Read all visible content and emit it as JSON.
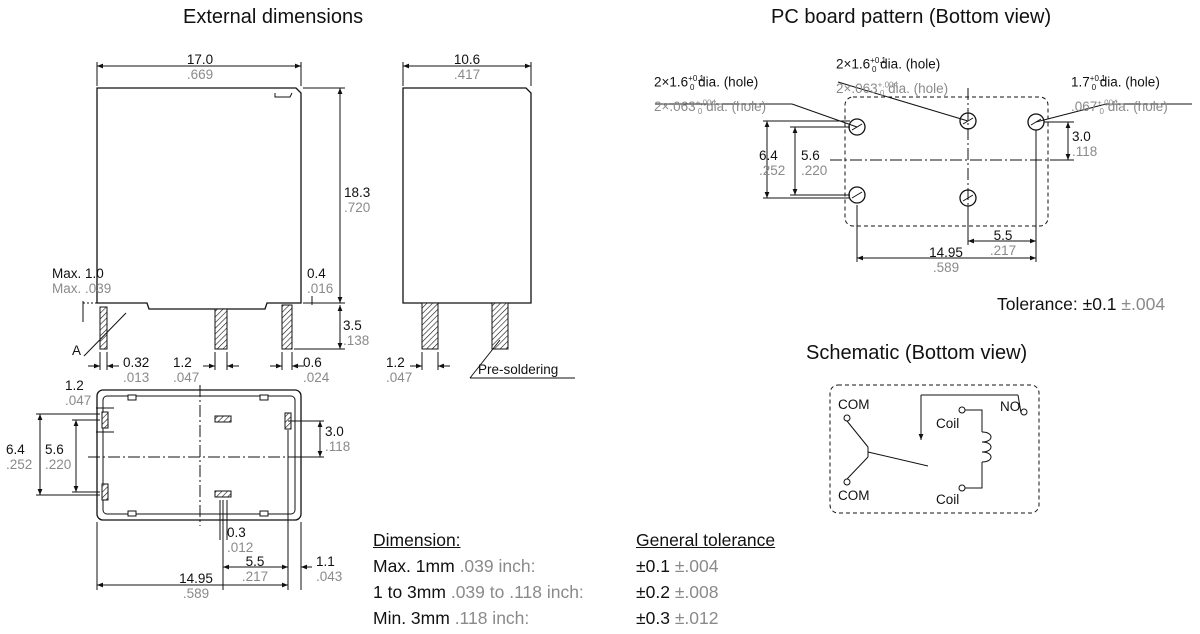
{
  "titles": {
    "external": "External dimensions",
    "pcb": "PC board pattern (Bottom view)",
    "schematic": "Schematic (Bottom view)"
  },
  "external": {
    "width": {
      "mm": "17.0",
      "in": ".669"
    },
    "depth": {
      "mm": "10.6",
      "in": ".417"
    },
    "height": {
      "mm": "18.3",
      "in": ".720"
    },
    "max_pin": {
      "mm": "Max. 1.0",
      "in": "Max. .039"
    },
    "pin_t": {
      "mm": "0.4",
      "in": ".016"
    },
    "pin_len": {
      "mm": "3.5",
      "in": ".138"
    },
    "pin_w1": {
      "mm": "0.32",
      "in": ".013"
    },
    "pin_w2": {
      "mm": "1.2",
      "in": ".047"
    },
    "pin_w3": {
      "mm": "0.6",
      "in": ".024"
    },
    "side_pin": {
      "mm": "1.2",
      "in": ".047"
    },
    "label_a": "A",
    "presolder": "Pre-soldering",
    "bottom": {
      "left_pin": {
        "mm": "1.2",
        "in": ".047"
      },
      "h_outer": {
        "mm": "6.4",
        "in": ".252"
      },
      "h_inner": {
        "mm": "5.6",
        "in": ".220"
      },
      "right_gap": {
        "mm": "3.0",
        "in": ".118"
      },
      "pin_small": {
        "mm": "0.3",
        "in": ".012"
      },
      "pitch": {
        "mm": "5.5",
        "in": ".217"
      },
      "span": {
        "mm": "14.95",
        "in": ".589"
      },
      "edge": {
        "mm": "1.1",
        "in": ".043"
      }
    }
  },
  "pcb": {
    "hole_left": {
      "mm": "2×1.6",
      "sup": "+0.1",
      "sub": "0",
      "suffix": " dia. (hole)",
      "in": "2×.063",
      "in_sup": "+.004",
      "in_sub": "0",
      "in_suffix": " dia. (hole)"
    },
    "hole_mid": {
      "mm": "2×1.6",
      "sup": "+0.1",
      "sub": "0",
      "suffix": " dia. (hole)",
      "in": "2×.063",
      "in_sup": "+.004",
      "in_sub": "0",
      "in_suffix": " dia. (hole)"
    },
    "hole_right": {
      "mm": "1.7",
      "sup": "+0.1",
      "sub": "0",
      "suffix": " dia. (hole)",
      "in": ".067",
      "in_sup": "+.004",
      "in_sub": "0",
      "in_suffix": " dia. (hole)"
    },
    "right_gap": {
      "mm": "3.0",
      "in": ".118"
    },
    "h_outer": {
      "mm": "6.4",
      "in": ".252"
    },
    "h_inner": {
      "mm": "5.6",
      "in": ".220"
    },
    "pitch": {
      "mm": "5.5",
      "in": ".217"
    },
    "span": {
      "mm": "14.95",
      "in": ".589"
    },
    "tolerance": {
      "label": "Tolerance: ",
      "mm": "±0.1",
      "in": "±.004"
    }
  },
  "schematic": {
    "com_top": "COM",
    "com_bottom": "COM",
    "no": "NO",
    "coil_top": "Coil",
    "coil_bottom": "Coil"
  },
  "general_tolerance": {
    "col1_header": "Dimension:",
    "col2_header": "General tolerance",
    "rows": [
      {
        "dim": "Max. 1mm",
        "dim_in": ".039 inch:",
        "tol": "±0.1",
        "tol_in": "±.004"
      },
      {
        "dim": "1 to 3mm",
        "dim_in": ".039 to .118 inch:",
        "tol": "±0.2",
        "tol_in": "±.008"
      },
      {
        "dim": "Min. 3mm",
        "dim_in": ".118 inch:",
        "tol": "±0.3",
        "tol_in": "±.012"
      }
    ]
  }
}
